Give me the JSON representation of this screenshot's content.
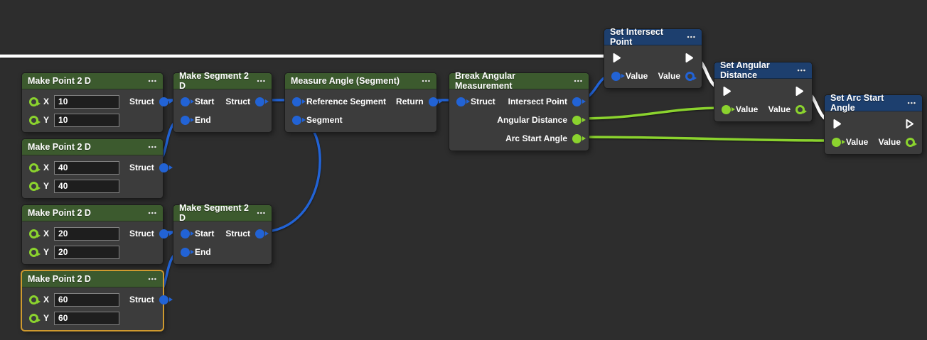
{
  "colors": {
    "canvas_bg": "#2d2d2d",
    "node_body": "#3c3c3c",
    "header_green": "#3c5a2e",
    "header_blue": "#1d3f6e",
    "wire_exec": "#ffffff",
    "wire_data_blue": "#2263d5",
    "wire_data_green": "#8bd32e",
    "selected_border": "#cf9a2f"
  },
  "icons": {
    "menu": "•••"
  },
  "nodes": {
    "point1": {
      "title": "Make Point 2 D",
      "x_label": "X",
      "x_value": "10",
      "y_label": "Y",
      "y_value": "10",
      "output": "Struct"
    },
    "point2": {
      "title": "Make Point 2 D",
      "x_label": "X",
      "x_value": "40",
      "y_label": "Y",
      "y_value": "40",
      "output": "Struct"
    },
    "point3": {
      "title": "Make Point 2 D",
      "x_label": "X",
      "x_value": "20",
      "y_label": "Y",
      "y_value": "20",
      "output": "Struct"
    },
    "point4": {
      "title": "Make Point 2 D",
      "x_label": "X",
      "x_value": "60",
      "y_label": "Y",
      "y_value": "60",
      "output": "Struct"
    },
    "segment1": {
      "title": "Make Segment 2 D",
      "start": "Start",
      "end": "End",
      "output": "Struct"
    },
    "segment2": {
      "title": "Make Segment 2 D",
      "start": "Start",
      "end": "End",
      "output": "Struct"
    },
    "measure": {
      "title": "Measure Angle (Segment)",
      "input1": "Reference Segment",
      "input2": "Segment",
      "output": "Return"
    },
    "break": {
      "title": "Break Angular Measurement",
      "input": "Struct",
      "out1": "Intersect Point",
      "out2": "Angular Distance",
      "out3": "Arc Start Angle"
    },
    "set_intersect": {
      "title": "Set Intersect Point",
      "value_in": "Value",
      "value_out": "Value"
    },
    "set_angular": {
      "title": "Set Angular Distance",
      "value_in": "Value",
      "value_out": "Value"
    },
    "set_arc": {
      "title": "Set Arc Start Angle",
      "value_in": "Value",
      "value_out": "Value"
    }
  }
}
